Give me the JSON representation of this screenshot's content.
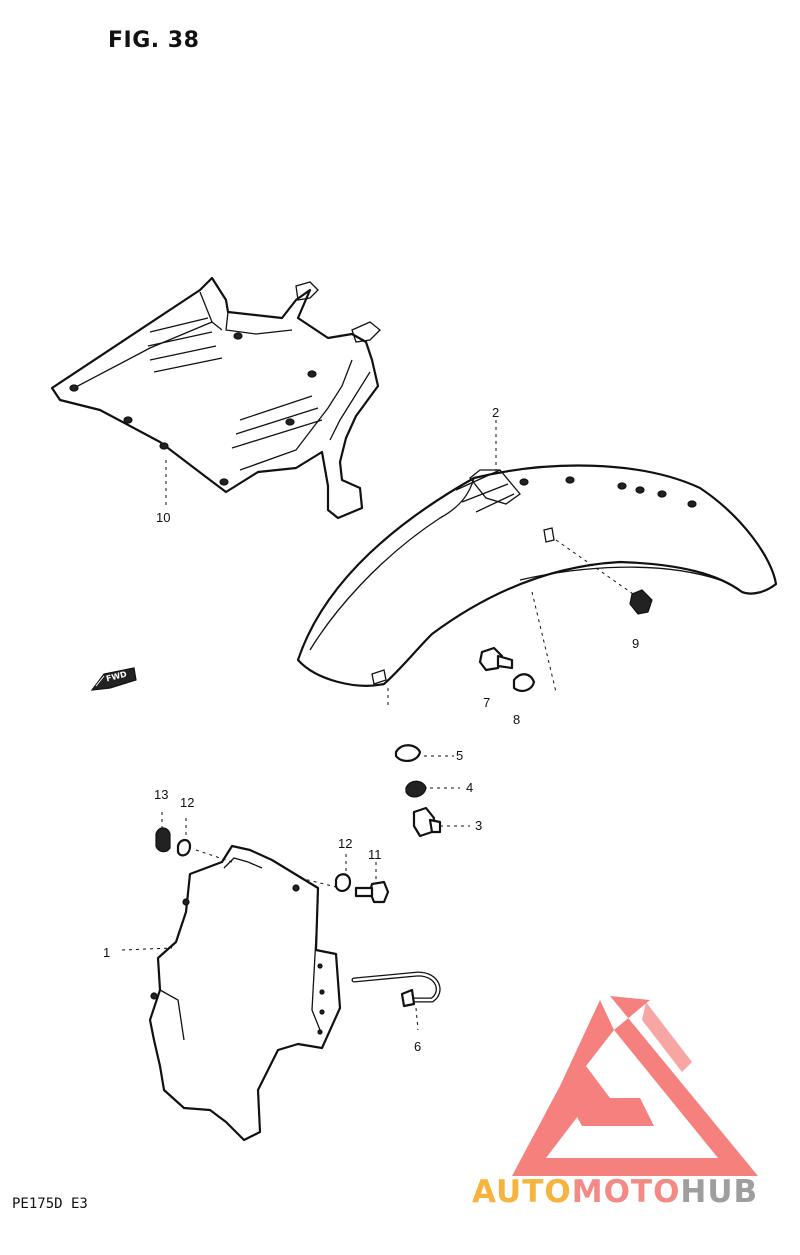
{
  "figure": {
    "title": "FIG. 38",
    "model_code": "PE175D E3"
  },
  "direction_arrow": {
    "label": "FWD"
  },
  "callouts": [
    {
      "number": "1",
      "part": "rear-mud-flap"
    },
    {
      "number": "2",
      "part": "front-fender"
    },
    {
      "number": "3",
      "part": "bolt"
    },
    {
      "number": "4",
      "part": "washer"
    },
    {
      "number": "5",
      "part": "cushion"
    },
    {
      "number": "6",
      "part": "hose-clamp"
    },
    {
      "number": "7",
      "part": "bolt"
    },
    {
      "number": "8",
      "part": "washer"
    },
    {
      "number": "9",
      "part": "nut"
    },
    {
      "number": "10",
      "part": "rear-fender-tray"
    },
    {
      "number": "11",
      "part": "bolt"
    },
    {
      "number": "12",
      "part": "washer"
    },
    {
      "number": "12",
      "part": "washer"
    },
    {
      "number": "13",
      "part": "nut"
    }
  ],
  "watermark": {
    "part_auto": "AUTO",
    "part_moto": "MOTO",
    "part_hub": "HUB",
    "colors": {
      "auto": "#f7b33e",
      "moto": "#f48a86",
      "hub": "#9e9e9e",
      "emblem": "#f4736f"
    }
  }
}
